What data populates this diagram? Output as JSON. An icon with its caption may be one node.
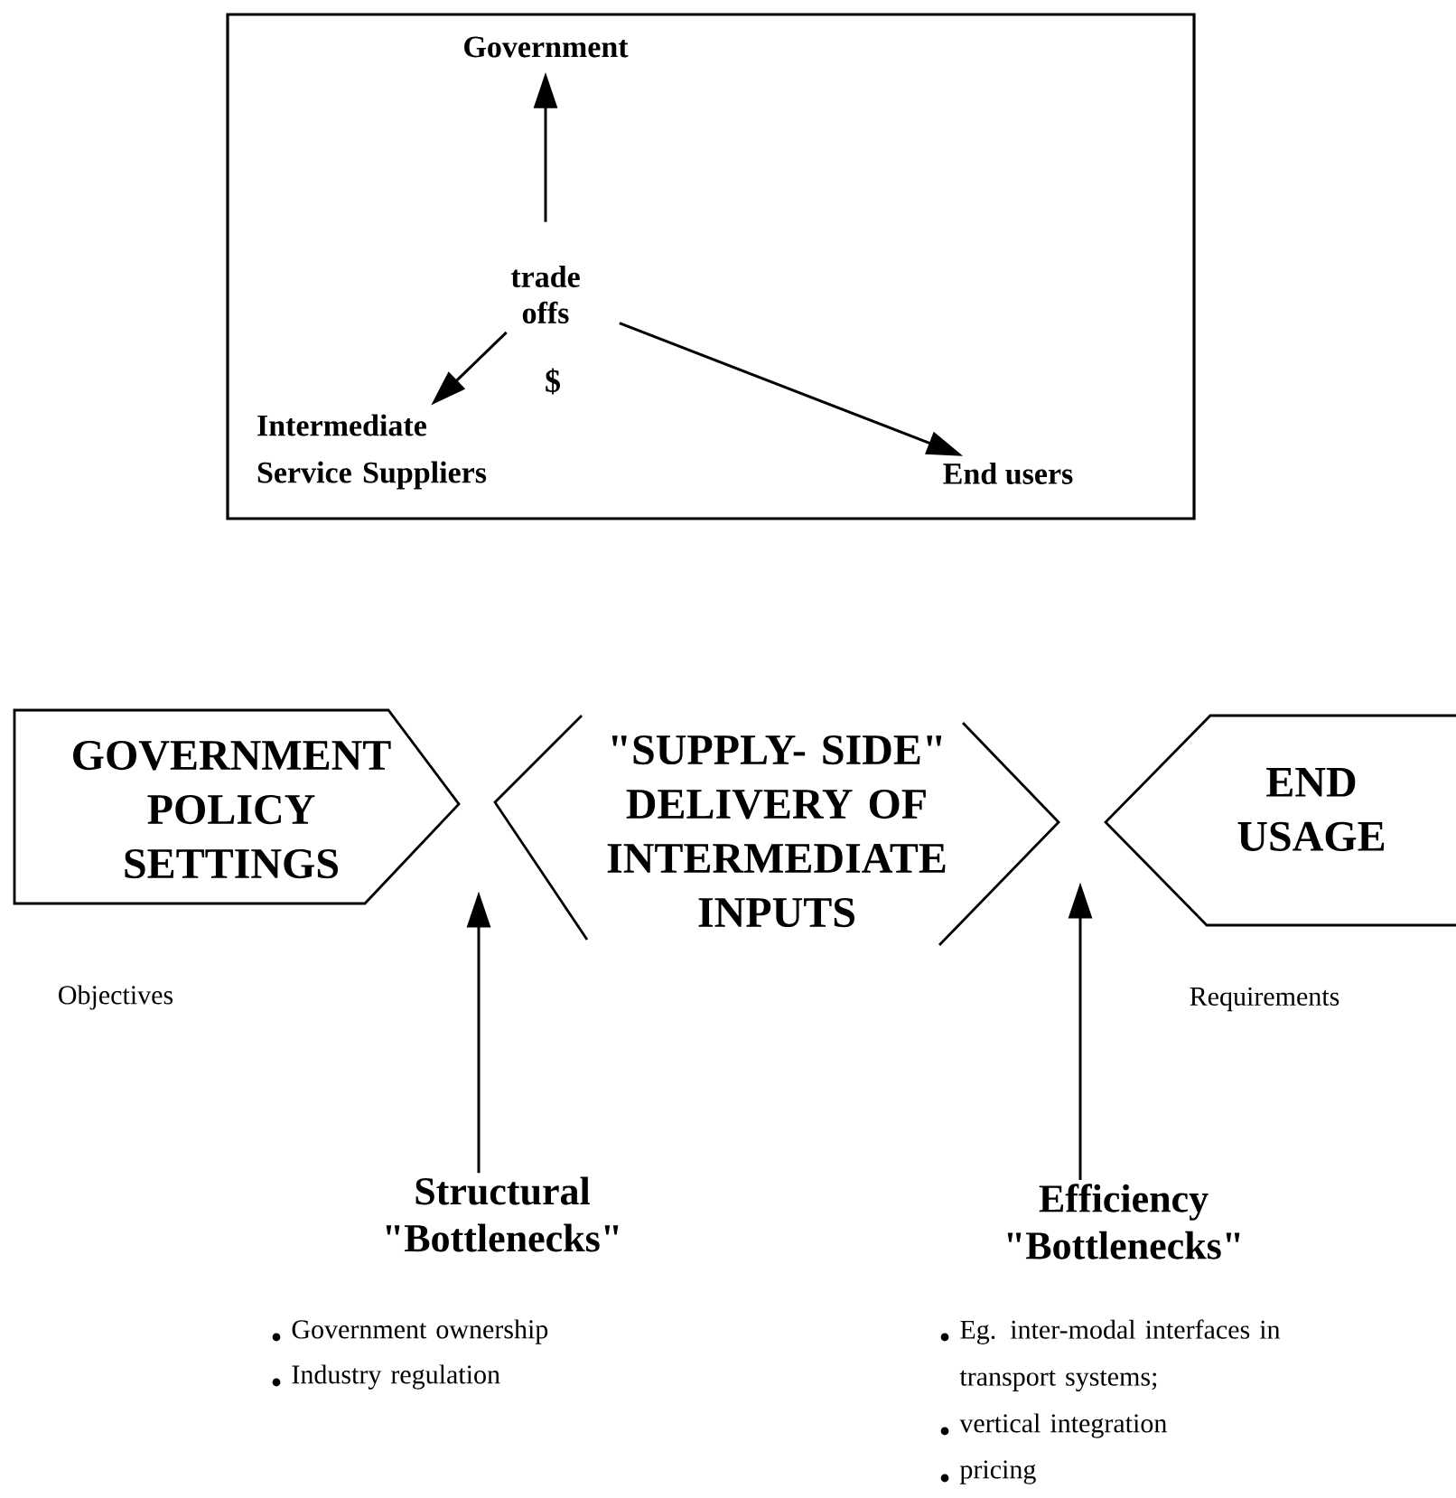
{
  "diagram": {
    "nodes": [
      {
        "text": [],
        "shape": "box"
      },
      {
        "text": [
          "Government"
        ],
        "in": 0
      },
      {
        "text": [
          "trade offs"
        ],
        "in": 0,
        "beside": [
          "$"
        ]
      },
      {
        "text": [
          "Intermediate Service Suppliers"
        ],
        "in": 0
      },
      {
        "text": [
          "End users"
        ],
        "in": 0
      },
      {
        "text": [
          "GOVERNMENT POLICY SETTINGS"
        ],
        "beside": [
          "Objectives"
        ]
      },
      {
        "text": [
          "\"SUPPLY- SIDE\" DELIVERY OF INTERMEDIATE INPUTS"
        ]
      },
      {
        "text": [
          "END USAGE"
        ],
        "beside": [
          "Requirements"
        ]
      },
      {
        "text": [
          "Structural \"Bottlenecks\""
        ]
      },
      {
        "text": [
          "Efficiency \"Bottlenecks\""
        ]
      }
    ],
    "edges": [
      {
        "from": 2,
        "to": 1,
        "arrow": "to"
      },
      {
        "from": 2,
        "to": 3,
        "arrow": "to"
      },
      {
        "from": 2,
        "to": 4,
        "arrow": "to"
      },
      {
        "from": 8,
        "to": 6,
        "arrow": "to"
      },
      {
        "from": 9,
        "to": 6,
        "arrow": "to"
      }
    ],
    "labels": [
      "Government ownership",
      "Industry regulation",
      "Eg. inter-modal interfaces in transport systems;",
      "vertical integration",
      "pricing"
    ]
  }
}
